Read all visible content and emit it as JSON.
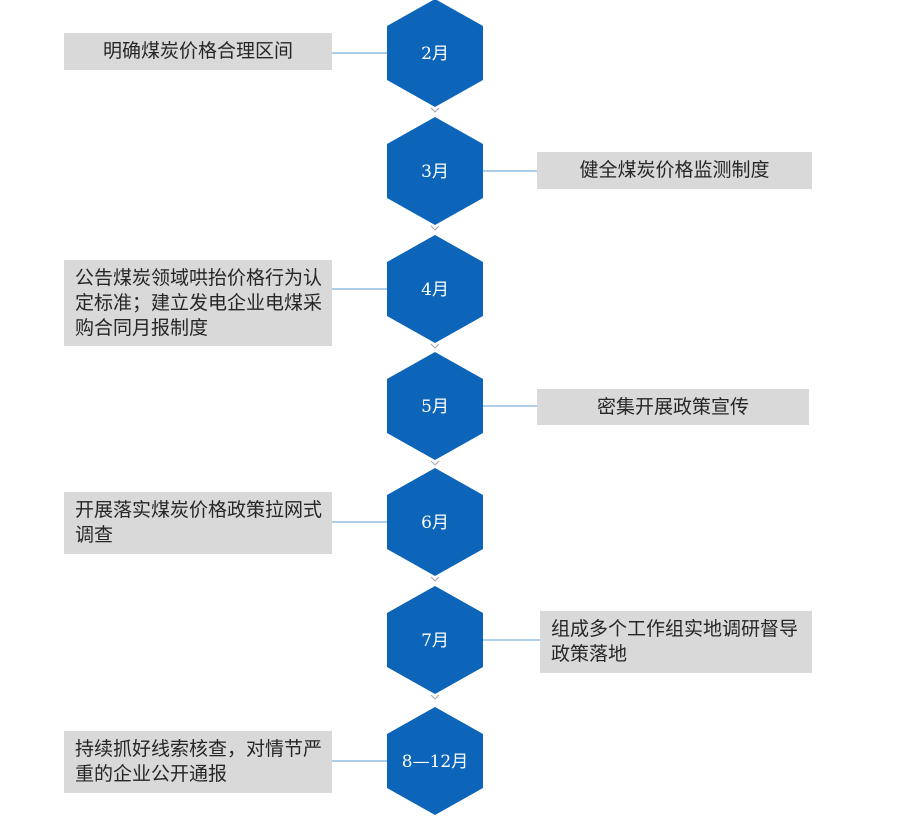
{
  "colors": {
    "hexagon_fill": "#0c65b8",
    "connector": "#5b9bd5",
    "box_fill": "#d9d9d9",
    "box_text": "#262626",
    "arrow": "#a6a6a6"
  },
  "timeline": {
    "steps": [
      {
        "month": "2月",
        "side": "left",
        "text": "明确煤炭价格合理区间"
      },
      {
        "month": "3月",
        "side": "right",
        "text": "健全煤炭价格监测制度"
      },
      {
        "month": "4月",
        "side": "left",
        "text": "公告煤炭领域哄抬价格行为认定标准；建立发电企业电煤采购合同月报制度"
      },
      {
        "month": "5月",
        "side": "right",
        "text": "密集开展政策宣传"
      },
      {
        "month": "6月",
        "side": "left",
        "text": "开展落实煤炭价格政策拉网式调查"
      },
      {
        "month": "7月",
        "side": "right",
        "text": "组成多个工作组实地调研督导政策落地"
      },
      {
        "month": "8—12月",
        "side": "left",
        "text": "持续抓好线索核查，对情节严重的企业公开通报"
      }
    ]
  }
}
